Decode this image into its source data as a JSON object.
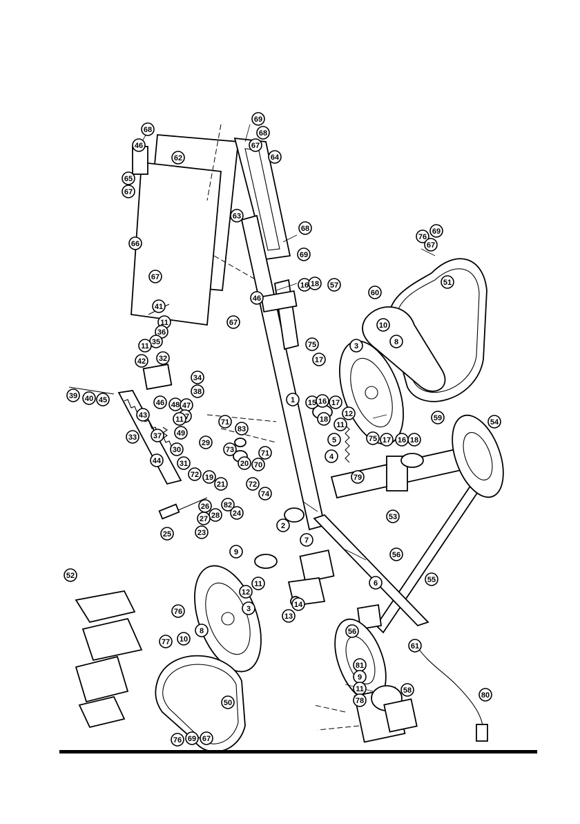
{
  "diagram": {
    "footer_rule_color": "#000000",
    "callouts": [
      "68",
      "46",
      "65",
      "67",
      "62",
      "69",
      "68",
      "67",
      "64",
      "63",
      "68",
      "69",
      "66",
      "67",
      "67",
      "41",
      "11",
      "36",
      "35",
      "11",
      "42",
      "32",
      "34",
      "38",
      "39",
      "40",
      "45",
      "43",
      "46",
      "48",
      "47",
      "27",
      "11",
      "49",
      "37",
      "44",
      "30",
      "31",
      "72",
      "29",
      "71",
      "83",
      "19",
      "21",
      "20",
      "73",
      "71",
      "70",
      "72",
      "74",
      "82",
      "24",
      "28",
      "27",
      "26",
      "25",
      "23",
      "33",
      "1",
      "15",
      "16",
      "17",
      "18",
      "12",
      "11",
      "5",
      "4",
      "79",
      "75",
      "17",
      "16",
      "18",
      "57",
      "46",
      "16",
      "18",
      "75",
      "17",
      "60",
      "10",
      "8",
      "3",
      "51",
      "76",
      "67",
      "69",
      "59",
      "54",
      "53",
      "56",
      "55",
      "2",
      "7",
      "6",
      "14",
      "13",
      "9",
      "11",
      "12",
      "3",
      "8",
      "10",
      "76",
      "52",
      "77",
      "50",
      "76",
      "69",
      "67",
      "61",
      "81",
      "9",
      "11",
      "78",
      "58",
      "56",
      "80"
    ]
  }
}
